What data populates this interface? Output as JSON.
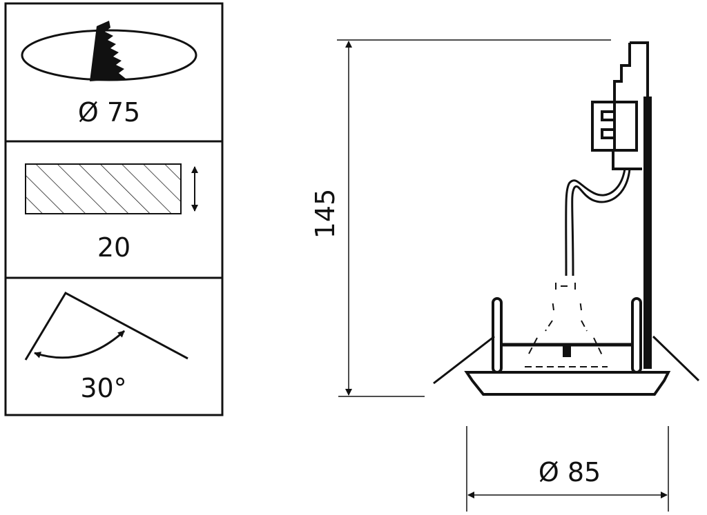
{
  "specs": {
    "cutout_label": "Ø 75",
    "recess_depth_label": "20",
    "tilt_angle_label": "30°"
  },
  "dimensions": {
    "height_label": "145",
    "diameter_label": "Ø 85"
  },
  "colors": {
    "line": "#111111",
    "background": "#ffffff"
  }
}
